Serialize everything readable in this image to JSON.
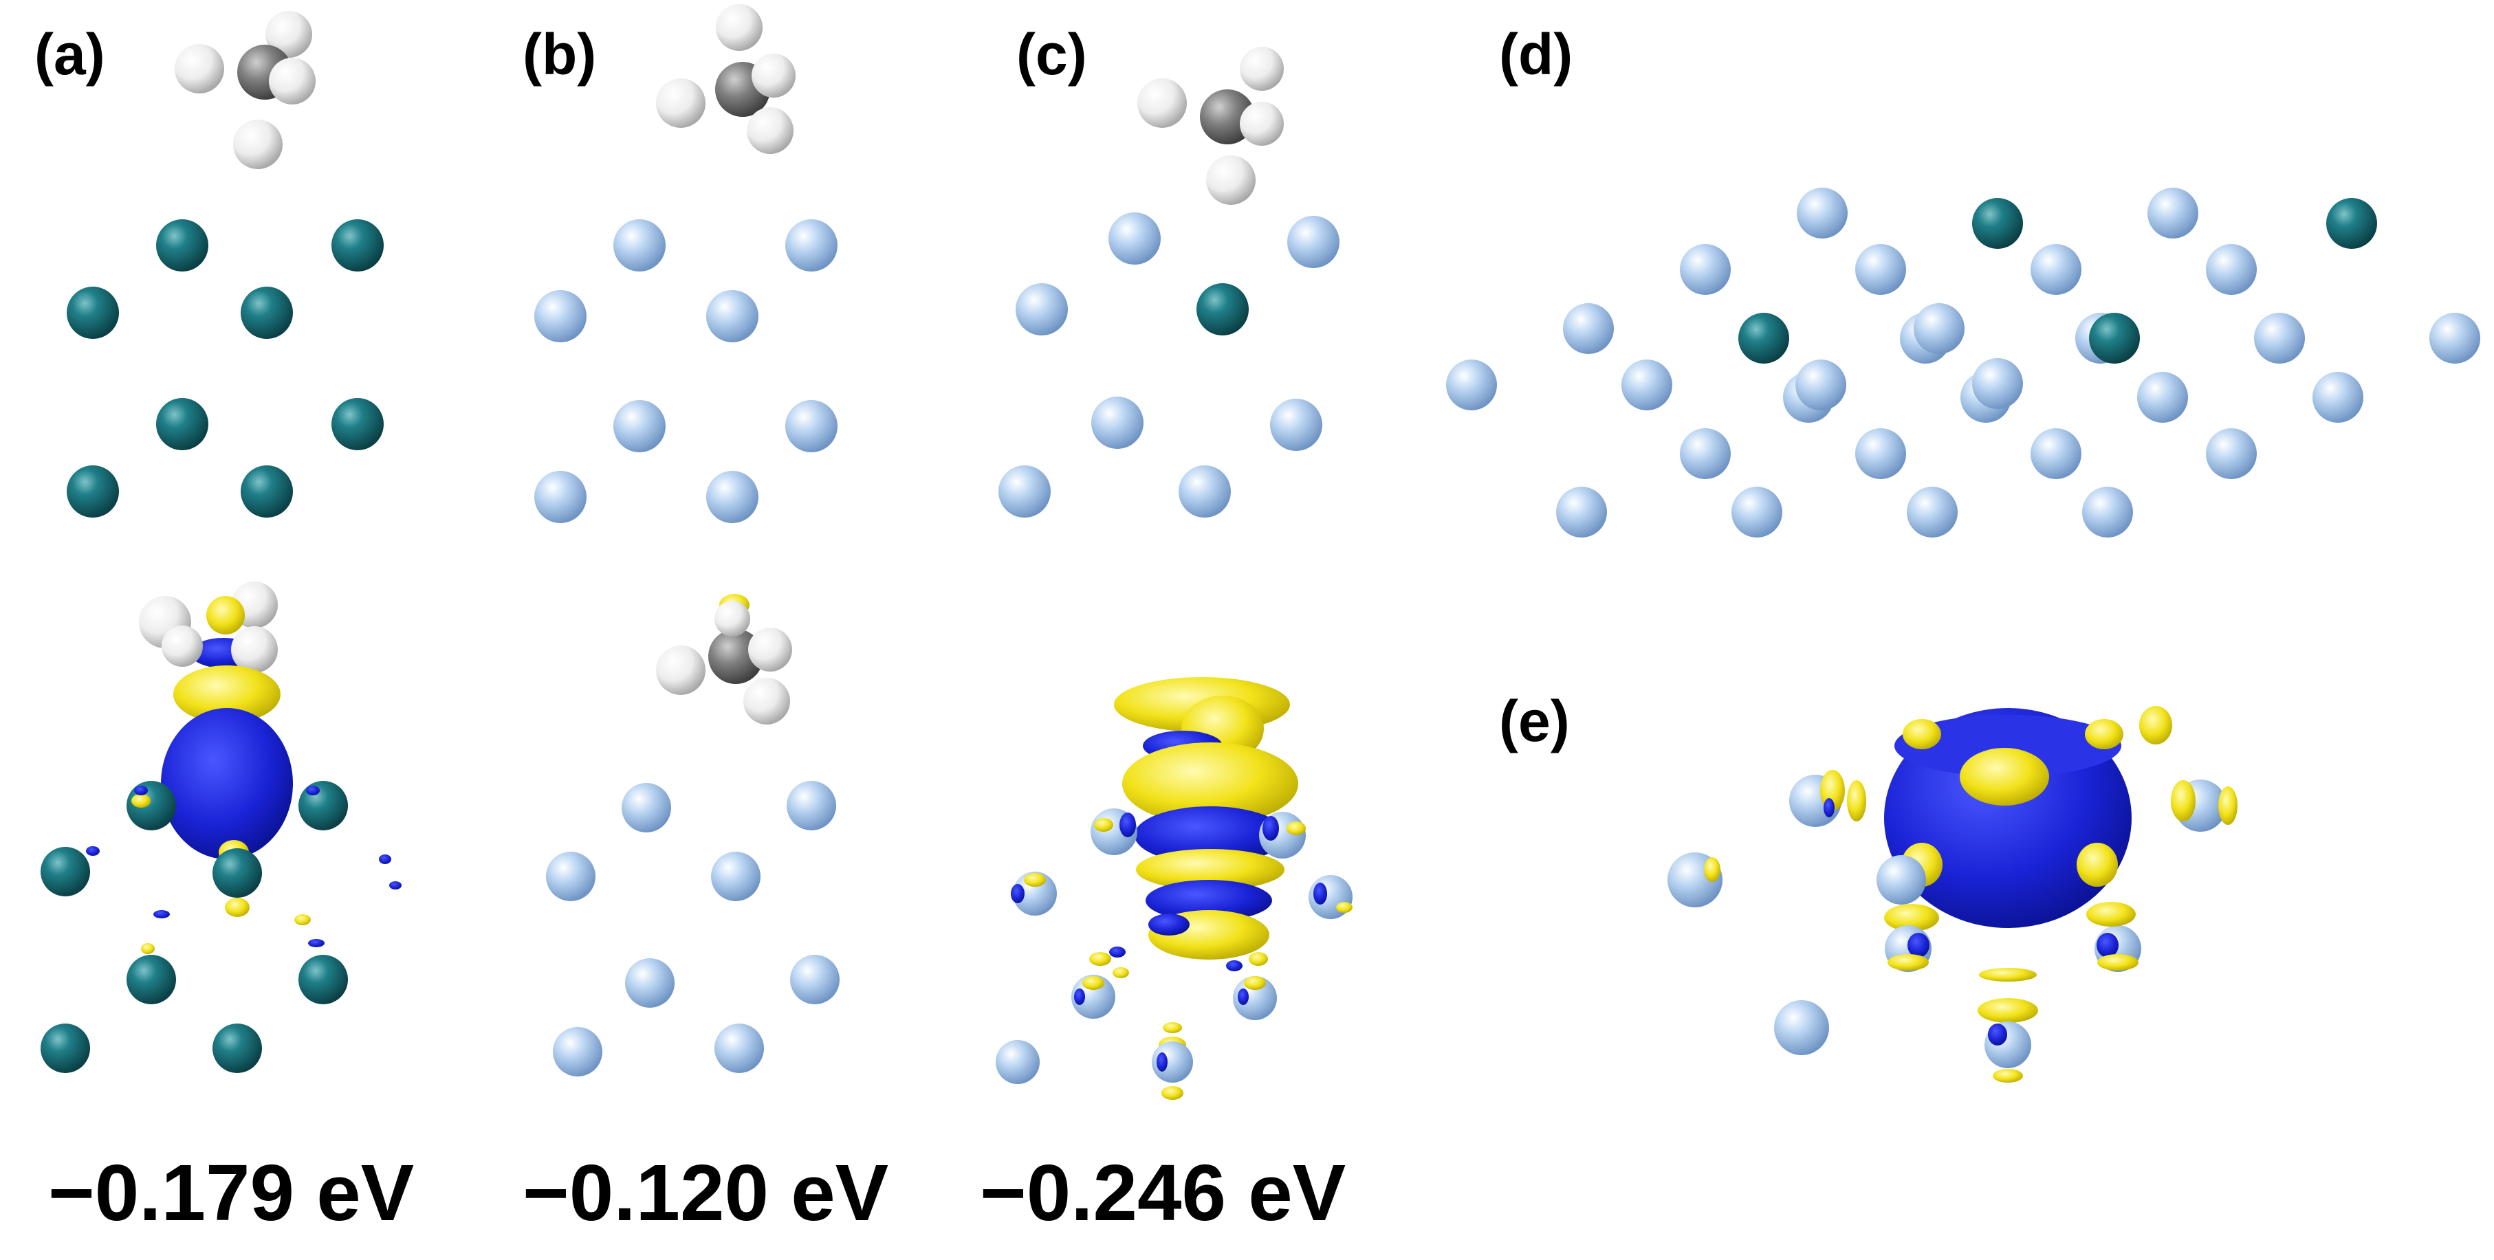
{
  "panels": {
    "a": {
      "label": "(a)",
      "energy": "−0.179 eV"
    },
    "b": {
      "label": "(b)",
      "energy": "−0.120 eV"
    },
    "c": {
      "label": "(c)",
      "energy": "−0.246 eV"
    },
    "d": {
      "label": "(d)"
    },
    "e": {
      "label": "(e)"
    }
  },
  "colors": {
    "atom_teal": "#1f6f78",
    "atom_lightblue": "#a9c8ec",
    "carbon_gray": "#7c7c7c",
    "hydrogen_white": "#f2f2f2",
    "isosurface_blue": "#1a23d6",
    "isosurface_yellow": "#f2e21a"
  }
}
